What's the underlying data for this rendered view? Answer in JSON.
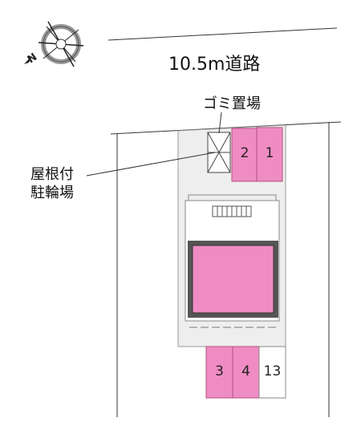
{
  "map": {
    "road_label": "10.5m道路",
    "garbage_label": "ゴミ置場",
    "bicycle_parking_label_line1": "屋根付",
    "bicycle_parking_label_line2": "駐輪場",
    "parking_spaces": [
      {
        "number": "2",
        "color": "#f08cc4"
      },
      {
        "number": "1",
        "color": "#f08cc4"
      },
      {
        "number": "3",
        "color": "#f08cc4"
      },
      {
        "number": "4",
        "color": "#f08cc4"
      },
      {
        "number": "13",
        "color": "#ffffff"
      }
    ],
    "compass_icon": "compass-north-icon",
    "colors": {
      "lot": "#efefef",
      "parking": "#f08cc4",
      "building": "#f08cc4",
      "building_border": "#555555"
    }
  }
}
